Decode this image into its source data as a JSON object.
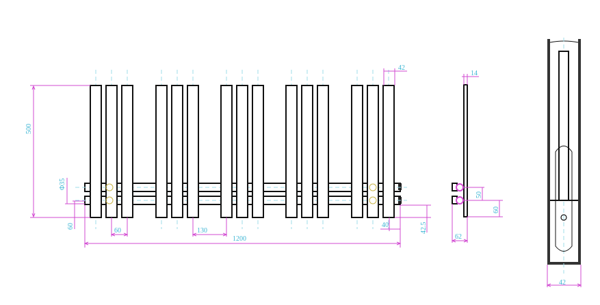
{
  "drawing": {
    "front_view": {
      "tube_groups": 5,
      "tubes_per_group": 3,
      "dimensions": {
        "height": "500",
        "pipe_diameter": "Φ35",
        "bottom_offset": "60",
        "tube_pitch": "60",
        "group_gap": "130",
        "total_width": "1200",
        "tube_width": "42",
        "right_offset": "40",
        "bottom_pipe_offset": "42.5"
      }
    },
    "side_view": {
      "dimensions": {
        "panel_thickness": "14",
        "pipe_spacing": "50",
        "pipe_height": "60",
        "depth": "62"
      }
    },
    "section_view": {
      "dimensions": {
        "width": "42"
      }
    }
  }
}
